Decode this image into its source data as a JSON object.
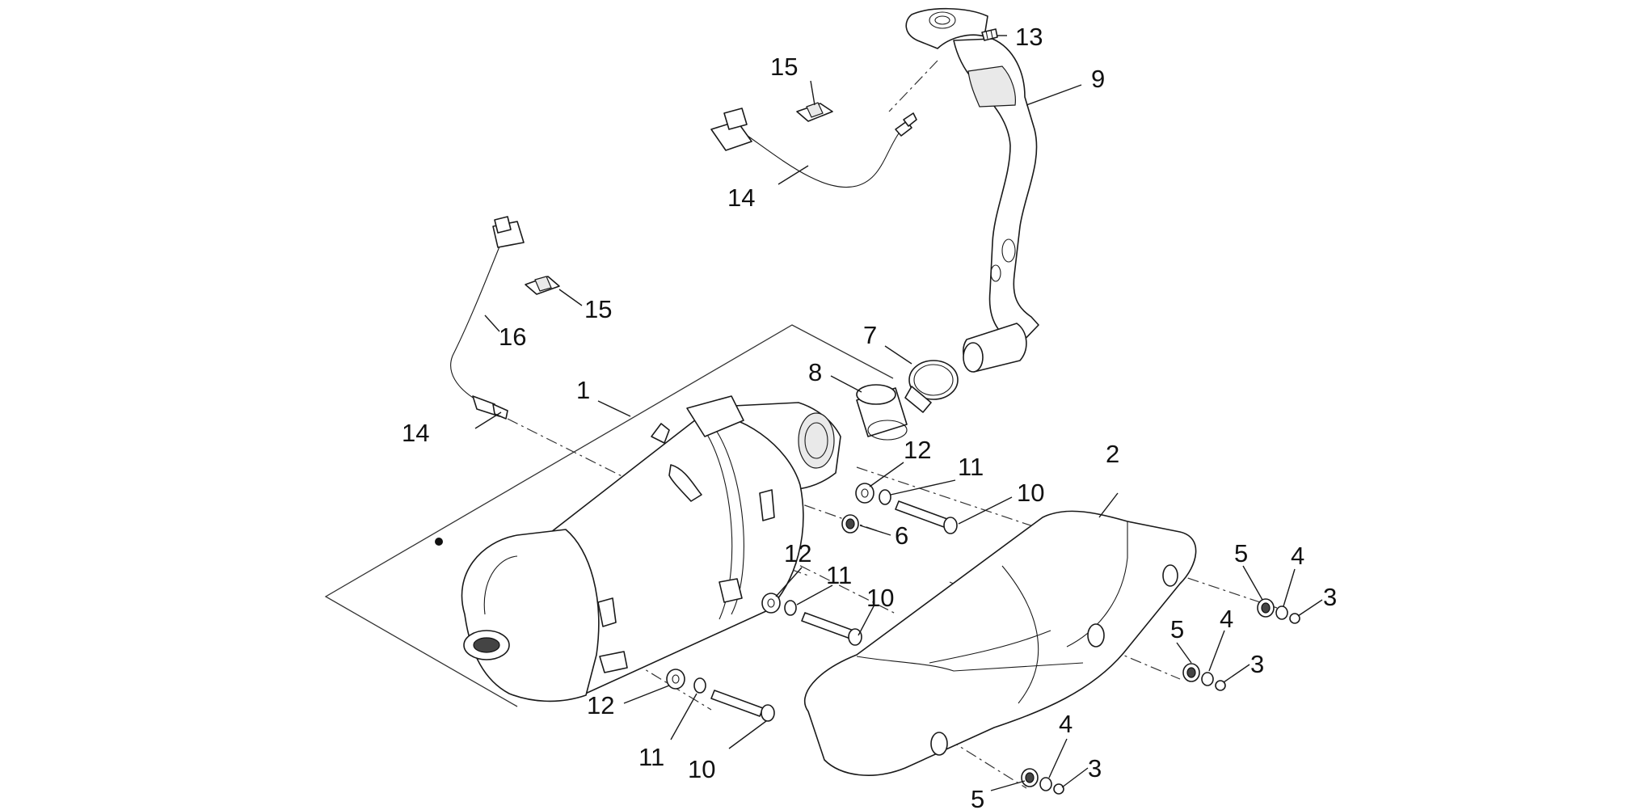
{
  "colors": {
    "line": "#1a1a1a",
    "shade": "#e9e9e9",
    "background": "#ffffff"
  },
  "callouts": {
    "c1": "1",
    "c2": "2",
    "c3a": "3",
    "c3b": "3",
    "c3c": "3",
    "c4a": "4",
    "c4b": "4",
    "c4c": "4",
    "c5a": "5",
    "c5b": "5",
    "c5c": "5",
    "c6": "6",
    "c7": "7",
    "c8": "8",
    "c9": "9",
    "c10a": "10",
    "c10b": "10",
    "c10c": "10",
    "c11a": "11",
    "c11b": "11",
    "c11c": "11",
    "c12a": "12",
    "c12b": "12",
    "c12c": "12",
    "c13": "13",
    "c14a": "14",
    "c14b": "14",
    "c15a": "15",
    "c15b": "15",
    "c16": "16"
  }
}
